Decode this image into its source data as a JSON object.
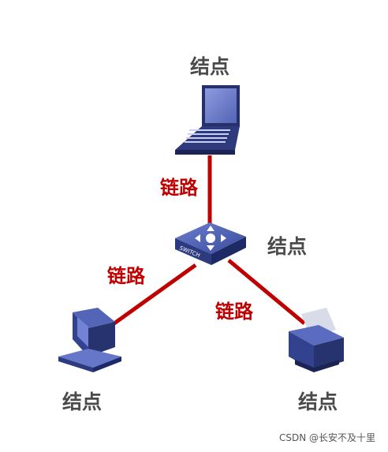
{
  "diagram": {
    "nodes": {
      "laptop_label": "结点",
      "switch_label": "结点",
      "desktop_label": "结点",
      "printer_label": "结点"
    },
    "links": {
      "top_label": "链路",
      "left_label": "链路",
      "right_label": "链路"
    },
    "switch_text": "SWITCH",
    "colors": {
      "link": "#c00000",
      "node_label": "#4a4a4a",
      "device_blue": "#3d4f8f"
    }
  },
  "watermark": "CSDN @长安不及十里"
}
